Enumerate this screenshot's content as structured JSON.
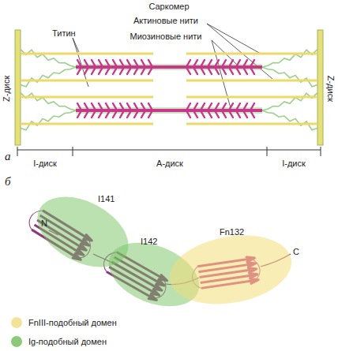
{
  "diagram": {
    "nodes": [
      {
        "text": [
          "I141"
        ]
      },
      {
        "text": [
          "I142"
        ]
      },
      {
        "text": [
          "Fn132"
        ]
      }
    ],
    "labels": [
      "а",
      "Саркомер",
      "Титин",
      "Актиновые нити",
      "Миозиновые нити",
      "Z-диск",
      "Z-диск",
      "I-диск",
      "А-диск",
      "I-диск",
      "б",
      "N",
      "C"
    ],
    "legend": [
      {
        "text": "FnIII-подобный домен",
        "color": "#f3e39a"
      },
      {
        "text": "Ig-подобный домен",
        "color": "#8cc97a"
      }
    ]
  }
}
